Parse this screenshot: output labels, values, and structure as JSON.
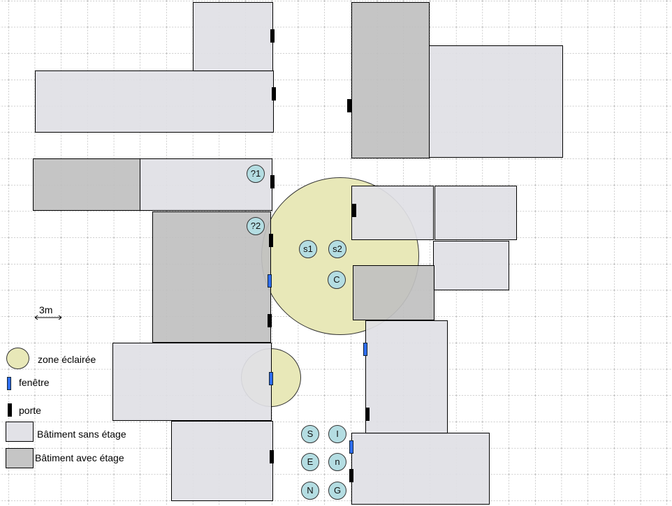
{
  "scale": {
    "label": "3m"
  },
  "legend": {
    "lit_zone": "zone éclairée",
    "window": "fenêtre",
    "door": "porte",
    "single_storey": "Bâtiment sans étage",
    "multi_storey": "Bâtiment avec étage"
  },
  "markers": [
    "?1",
    "?2",
    "s1",
    "s2",
    "C",
    "S",
    "I",
    "E",
    "n",
    "N",
    "G"
  ],
  "colors": {
    "single_storey": "#e0dfe5",
    "multi_storey": "#c0c0c0",
    "lit_zone": "#e8e8b8",
    "window": "#2f6ef0",
    "door": "#000000",
    "marker": "#b4dde2"
  }
}
